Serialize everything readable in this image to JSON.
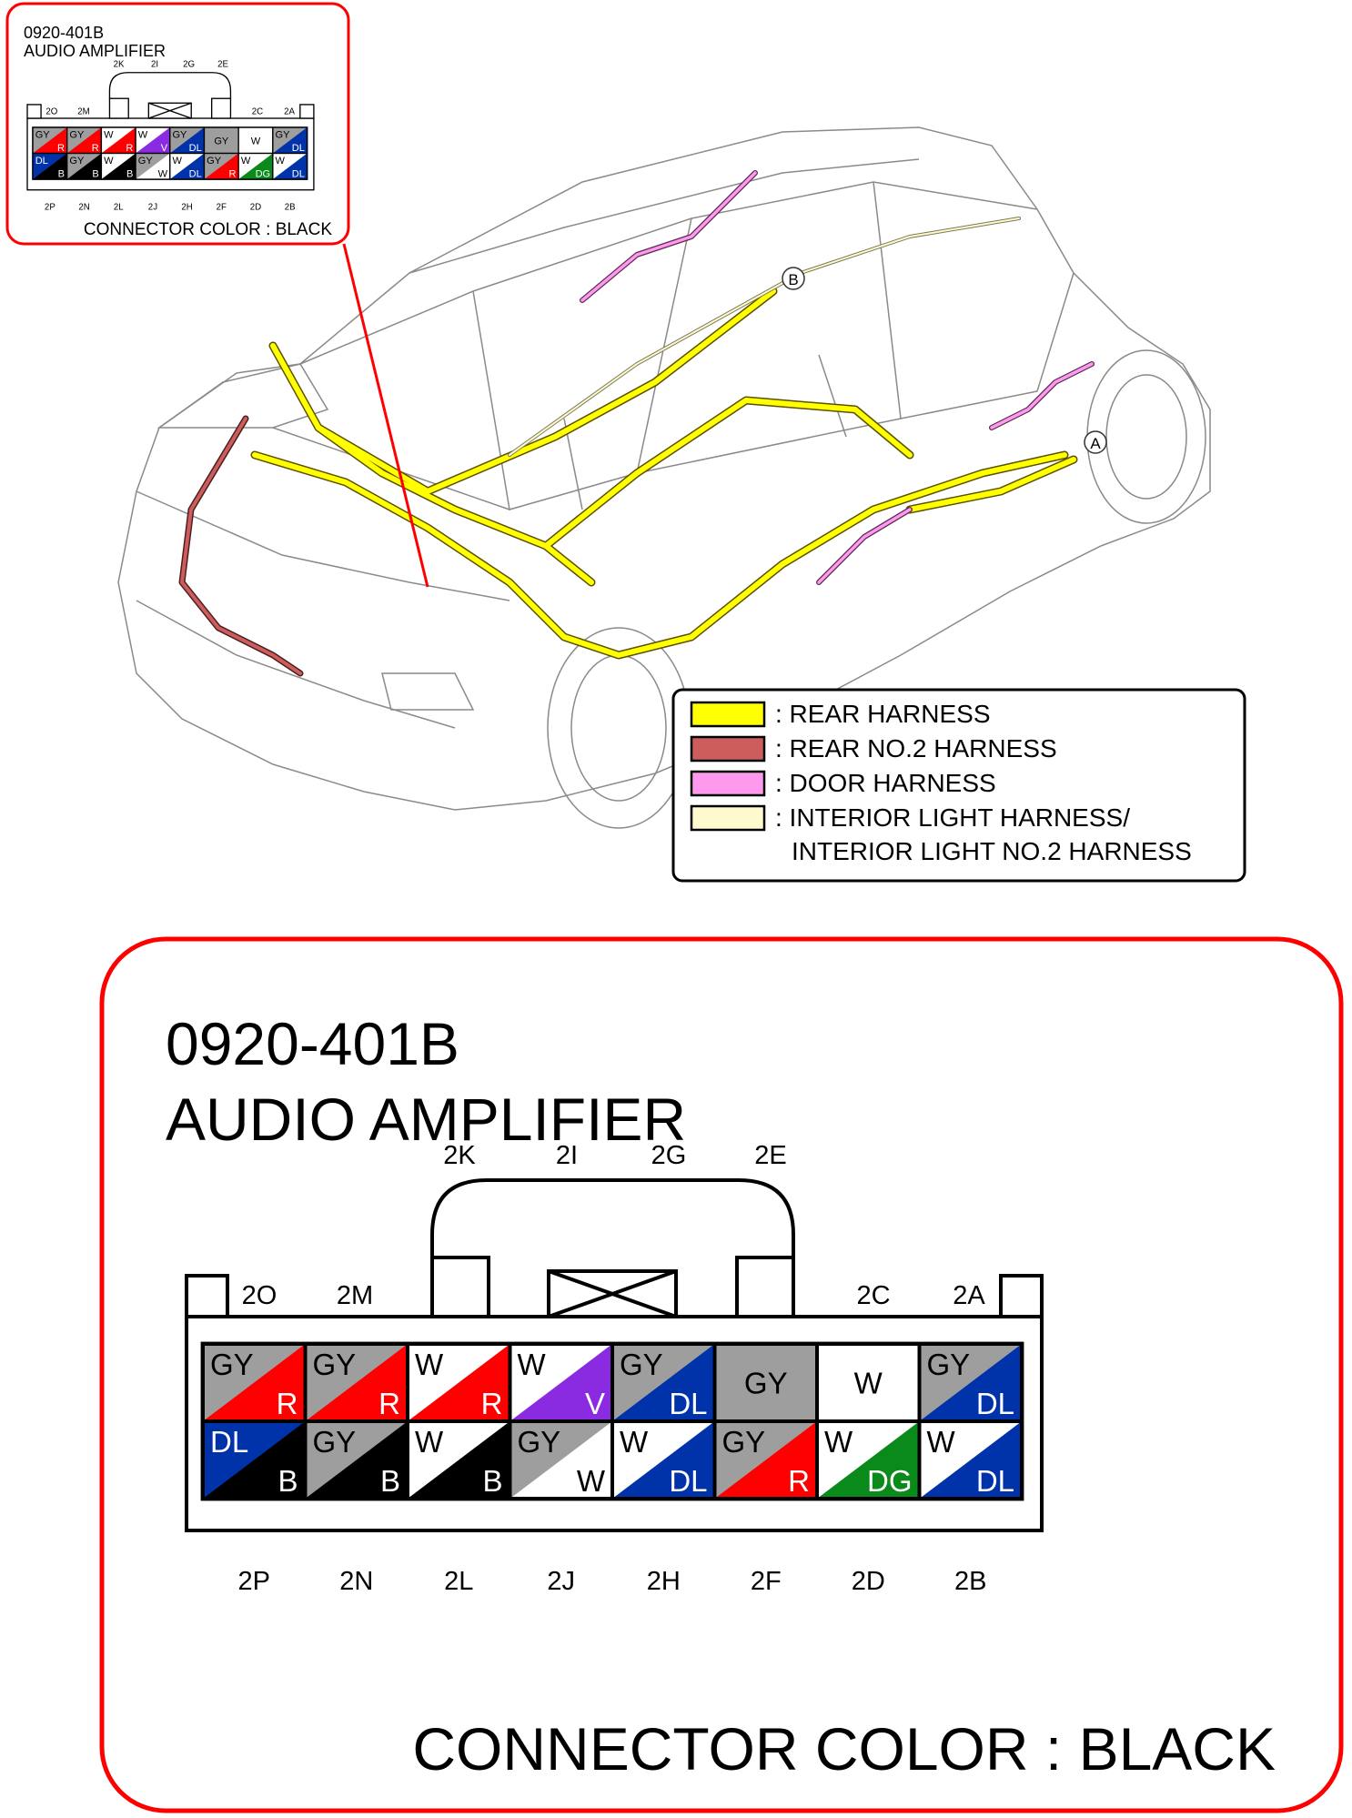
{
  "connector": {
    "code": "0920-401B",
    "name": "AUDIO AMPLIFIER",
    "color_note": "CONNECTOR COLOR : BLACK",
    "lock_labels": [
      "2K",
      "2I",
      "2G",
      "2E"
    ],
    "corner_labels_left": [
      "2O",
      "2M"
    ],
    "corner_labels_right": [
      "2C",
      "2A"
    ],
    "bottom_labels": [
      "2P",
      "2N",
      "2L",
      "2J",
      "2H",
      "2F",
      "2D",
      "2B"
    ],
    "top_row": [
      {
        "p": "GY",
        "s": "R"
      },
      {
        "p": "GY",
        "s": "R"
      },
      {
        "p": "W",
        "s": "R"
      },
      {
        "p": "W",
        "s": "V"
      },
      {
        "p": "GY",
        "s": "DL"
      },
      {
        "p": "GY",
        "s": ""
      },
      {
        "p": "W",
        "s": ""
      },
      {
        "p": "GY",
        "s": "DL"
      }
    ],
    "bottom_row": [
      {
        "p": "DL",
        "s": "B"
      },
      {
        "p": "GY",
        "s": "B"
      },
      {
        "p": "W",
        "s": "B"
      },
      {
        "p": "GY",
        "s": "W"
      },
      {
        "p": "W",
        "s": "DL"
      },
      {
        "p": "GY",
        "s": "R"
      },
      {
        "p": "W",
        "s": "DG"
      },
      {
        "p": "W",
        "s": "DL"
      }
    ]
  },
  "wire_colors": {
    "GY": "#9e9e9e",
    "R": "#ff0000",
    "W": "#ffffff",
    "V": "#8a2be2",
    "DL": "#0033aa",
    "B": "#000000",
    "DG": "#0a8a1a"
  },
  "legend": {
    "items": [
      {
        "label": "REAR HARNESS",
        "color": "#ffff00"
      },
      {
        "label": "REAR NO.2 HARNESS",
        "color": "#cd5c5c"
      },
      {
        "label": "DOOR HARNESS",
        "color": "#ff99ee"
      },
      {
        "label": "INTERIOR LIGHT HARNESS/",
        "label2": "INTERIOR LIGHT NO.2 HARNESS",
        "color": "#fffacd"
      }
    ]
  },
  "markers": {
    "a": "A",
    "b": "B"
  },
  "accent_color": "#ff0000"
}
